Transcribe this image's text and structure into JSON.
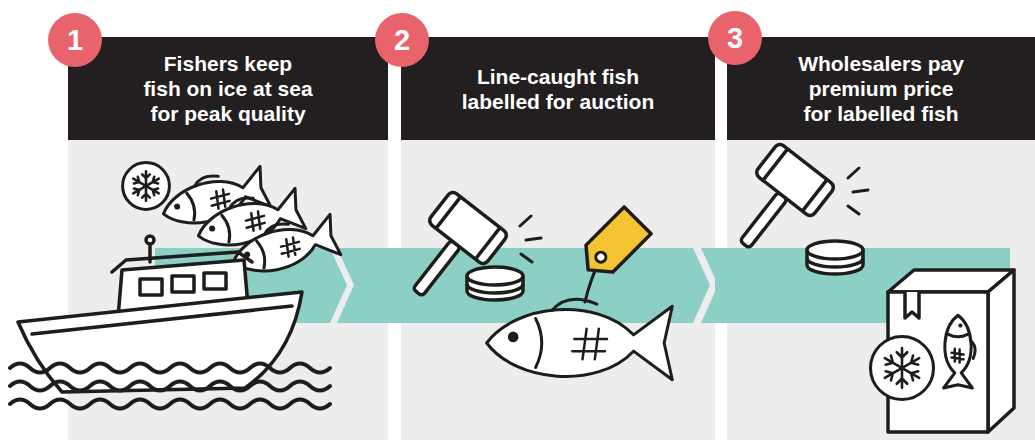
{
  "diagram": {
    "nodes": [
      {
        "text": [
          "Fishers keep fish on ice at sea for peak quality"
        ]
      },
      {
        "text": [
          "1"
        ],
        "in": 0
      },
      {
        "text": [
          "Line-caught fish labelled for auction"
        ]
      },
      {
        "text": [
          "2"
        ],
        "in": 2
      },
      {
        "text": [
          "Wholesalers pay premium price for labelled fish"
        ]
      },
      {
        "text": [
          "3"
        ],
        "in": 4
      }
    ],
    "edges": [
      {
        "from": 0,
        "to": 2,
        "arrow": "to"
      },
      {
        "from": 2,
        "to": 4,
        "arrow": "to"
      }
    ]
  }
}
